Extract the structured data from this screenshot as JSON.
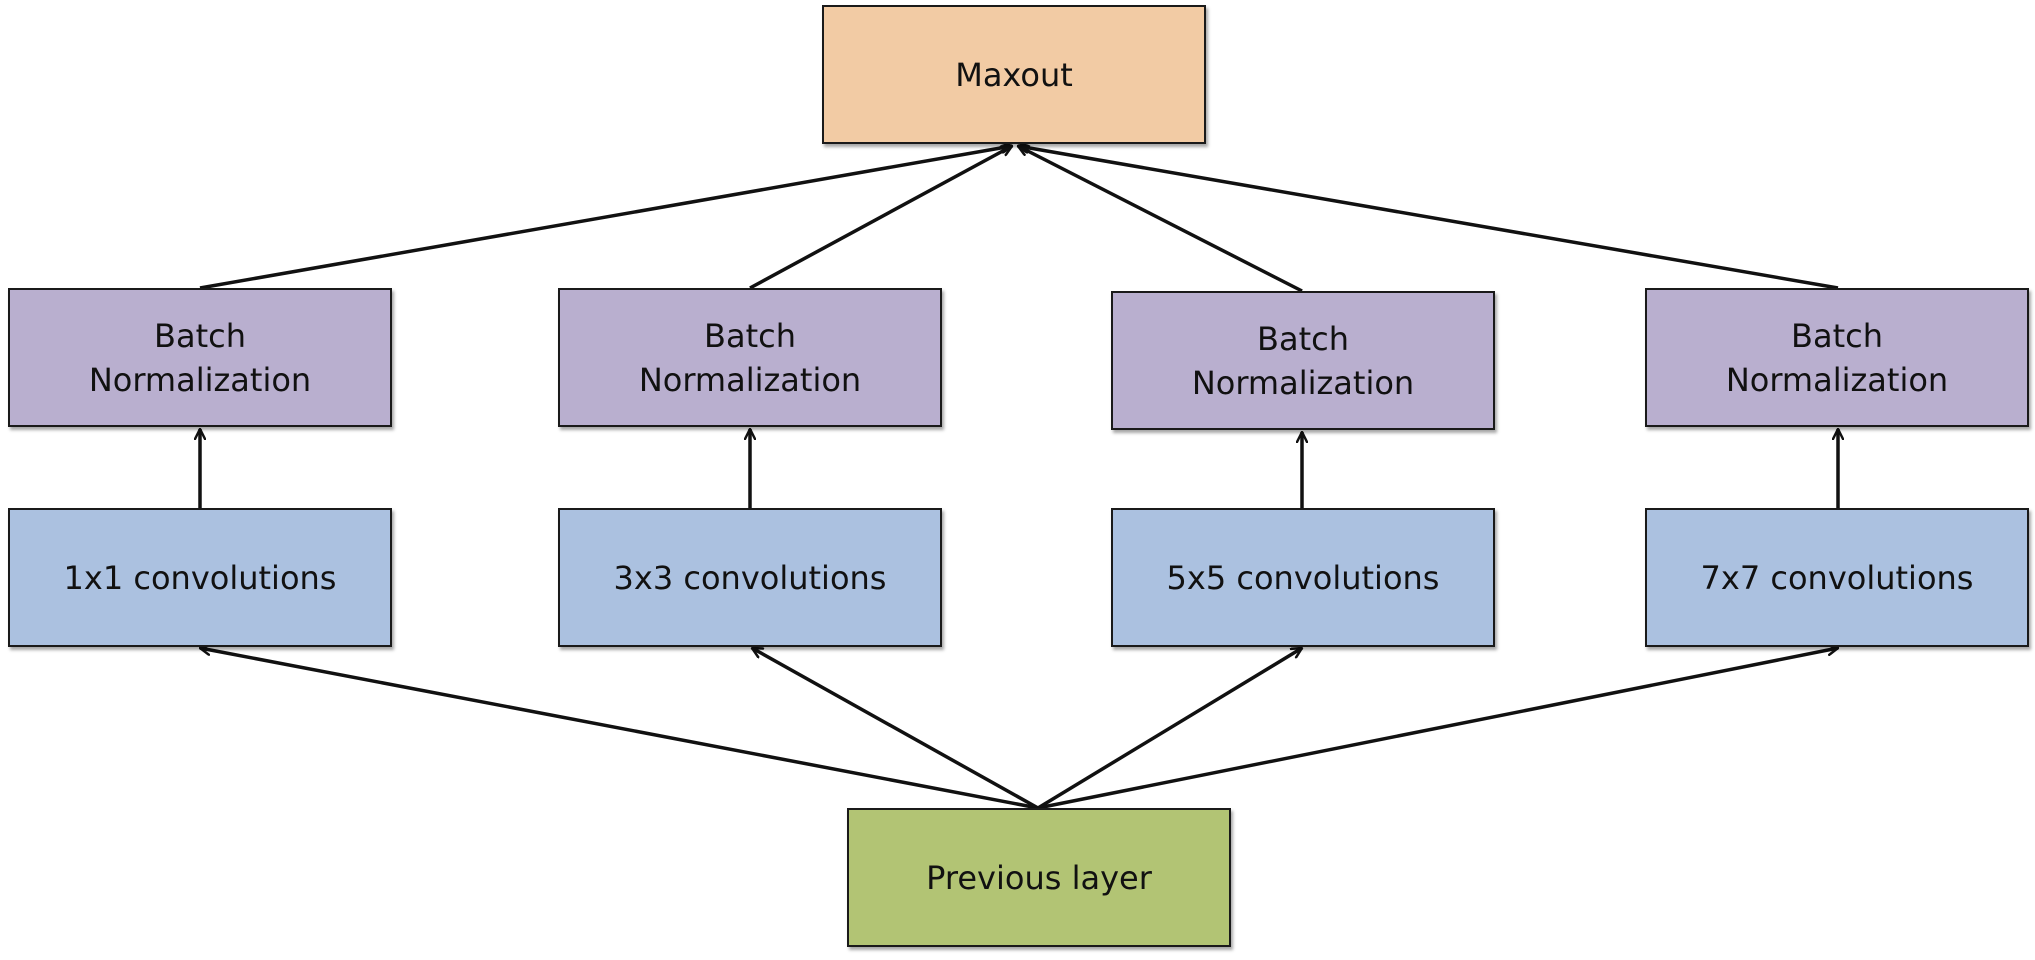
{
  "diagram": {
    "colors": {
      "maxout": "#F2CBA4",
      "batchnorm": "#B9AFCF",
      "conv": "#ABC1E0",
      "previous": "#B2C474",
      "edge": "#111111"
    },
    "maxout": {
      "label": "Maxout"
    },
    "batchnorm": [
      {
        "line1": "Batch",
        "line2": "Normalization"
      },
      {
        "line1": "Batch",
        "line2": "Normalization"
      },
      {
        "line1": "Batch",
        "line2": "Normalization"
      },
      {
        "line1": "Batch",
        "line2": "Normalization"
      }
    ],
    "conv": [
      {
        "label": "1x1 convolutions"
      },
      {
        "label": "3x3 convolutions"
      },
      {
        "label": "5x5 convolutions"
      },
      {
        "label": "7x7 convolutions"
      }
    ],
    "previous": {
      "label": "Previous layer"
    }
  }
}
